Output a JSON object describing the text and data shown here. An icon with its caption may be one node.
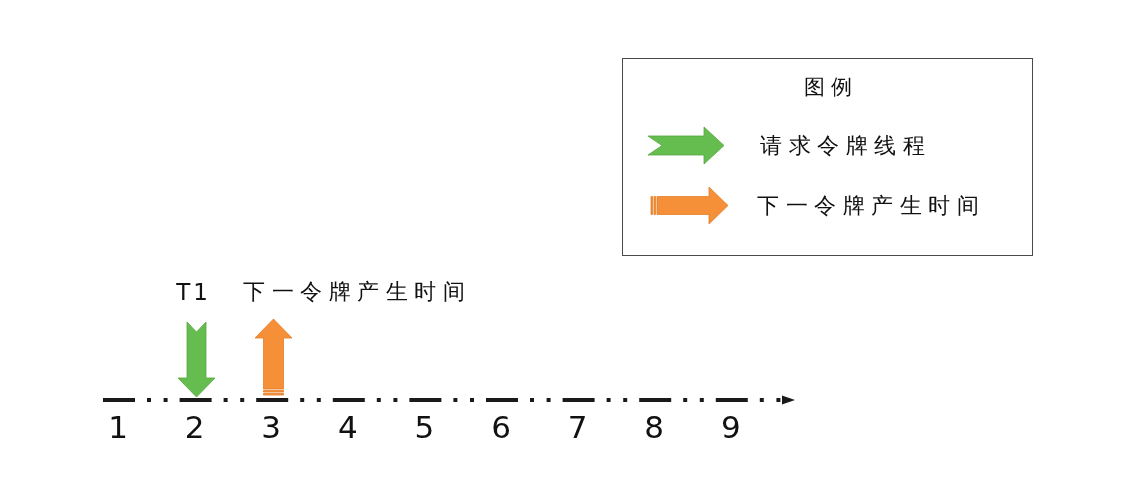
{
  "diagram": {
    "labels": [
      "图例",
      "T1",
      "下一令牌产生时间",
      "1",
      "2",
      "3",
      "4",
      "5",
      "6",
      "7",
      "8",
      "9"
    ],
    "legend": [
      {
        "text": "请求令牌线程"
      },
      {
        "text": "下一令牌产生时间"
      }
    ]
  }
}
